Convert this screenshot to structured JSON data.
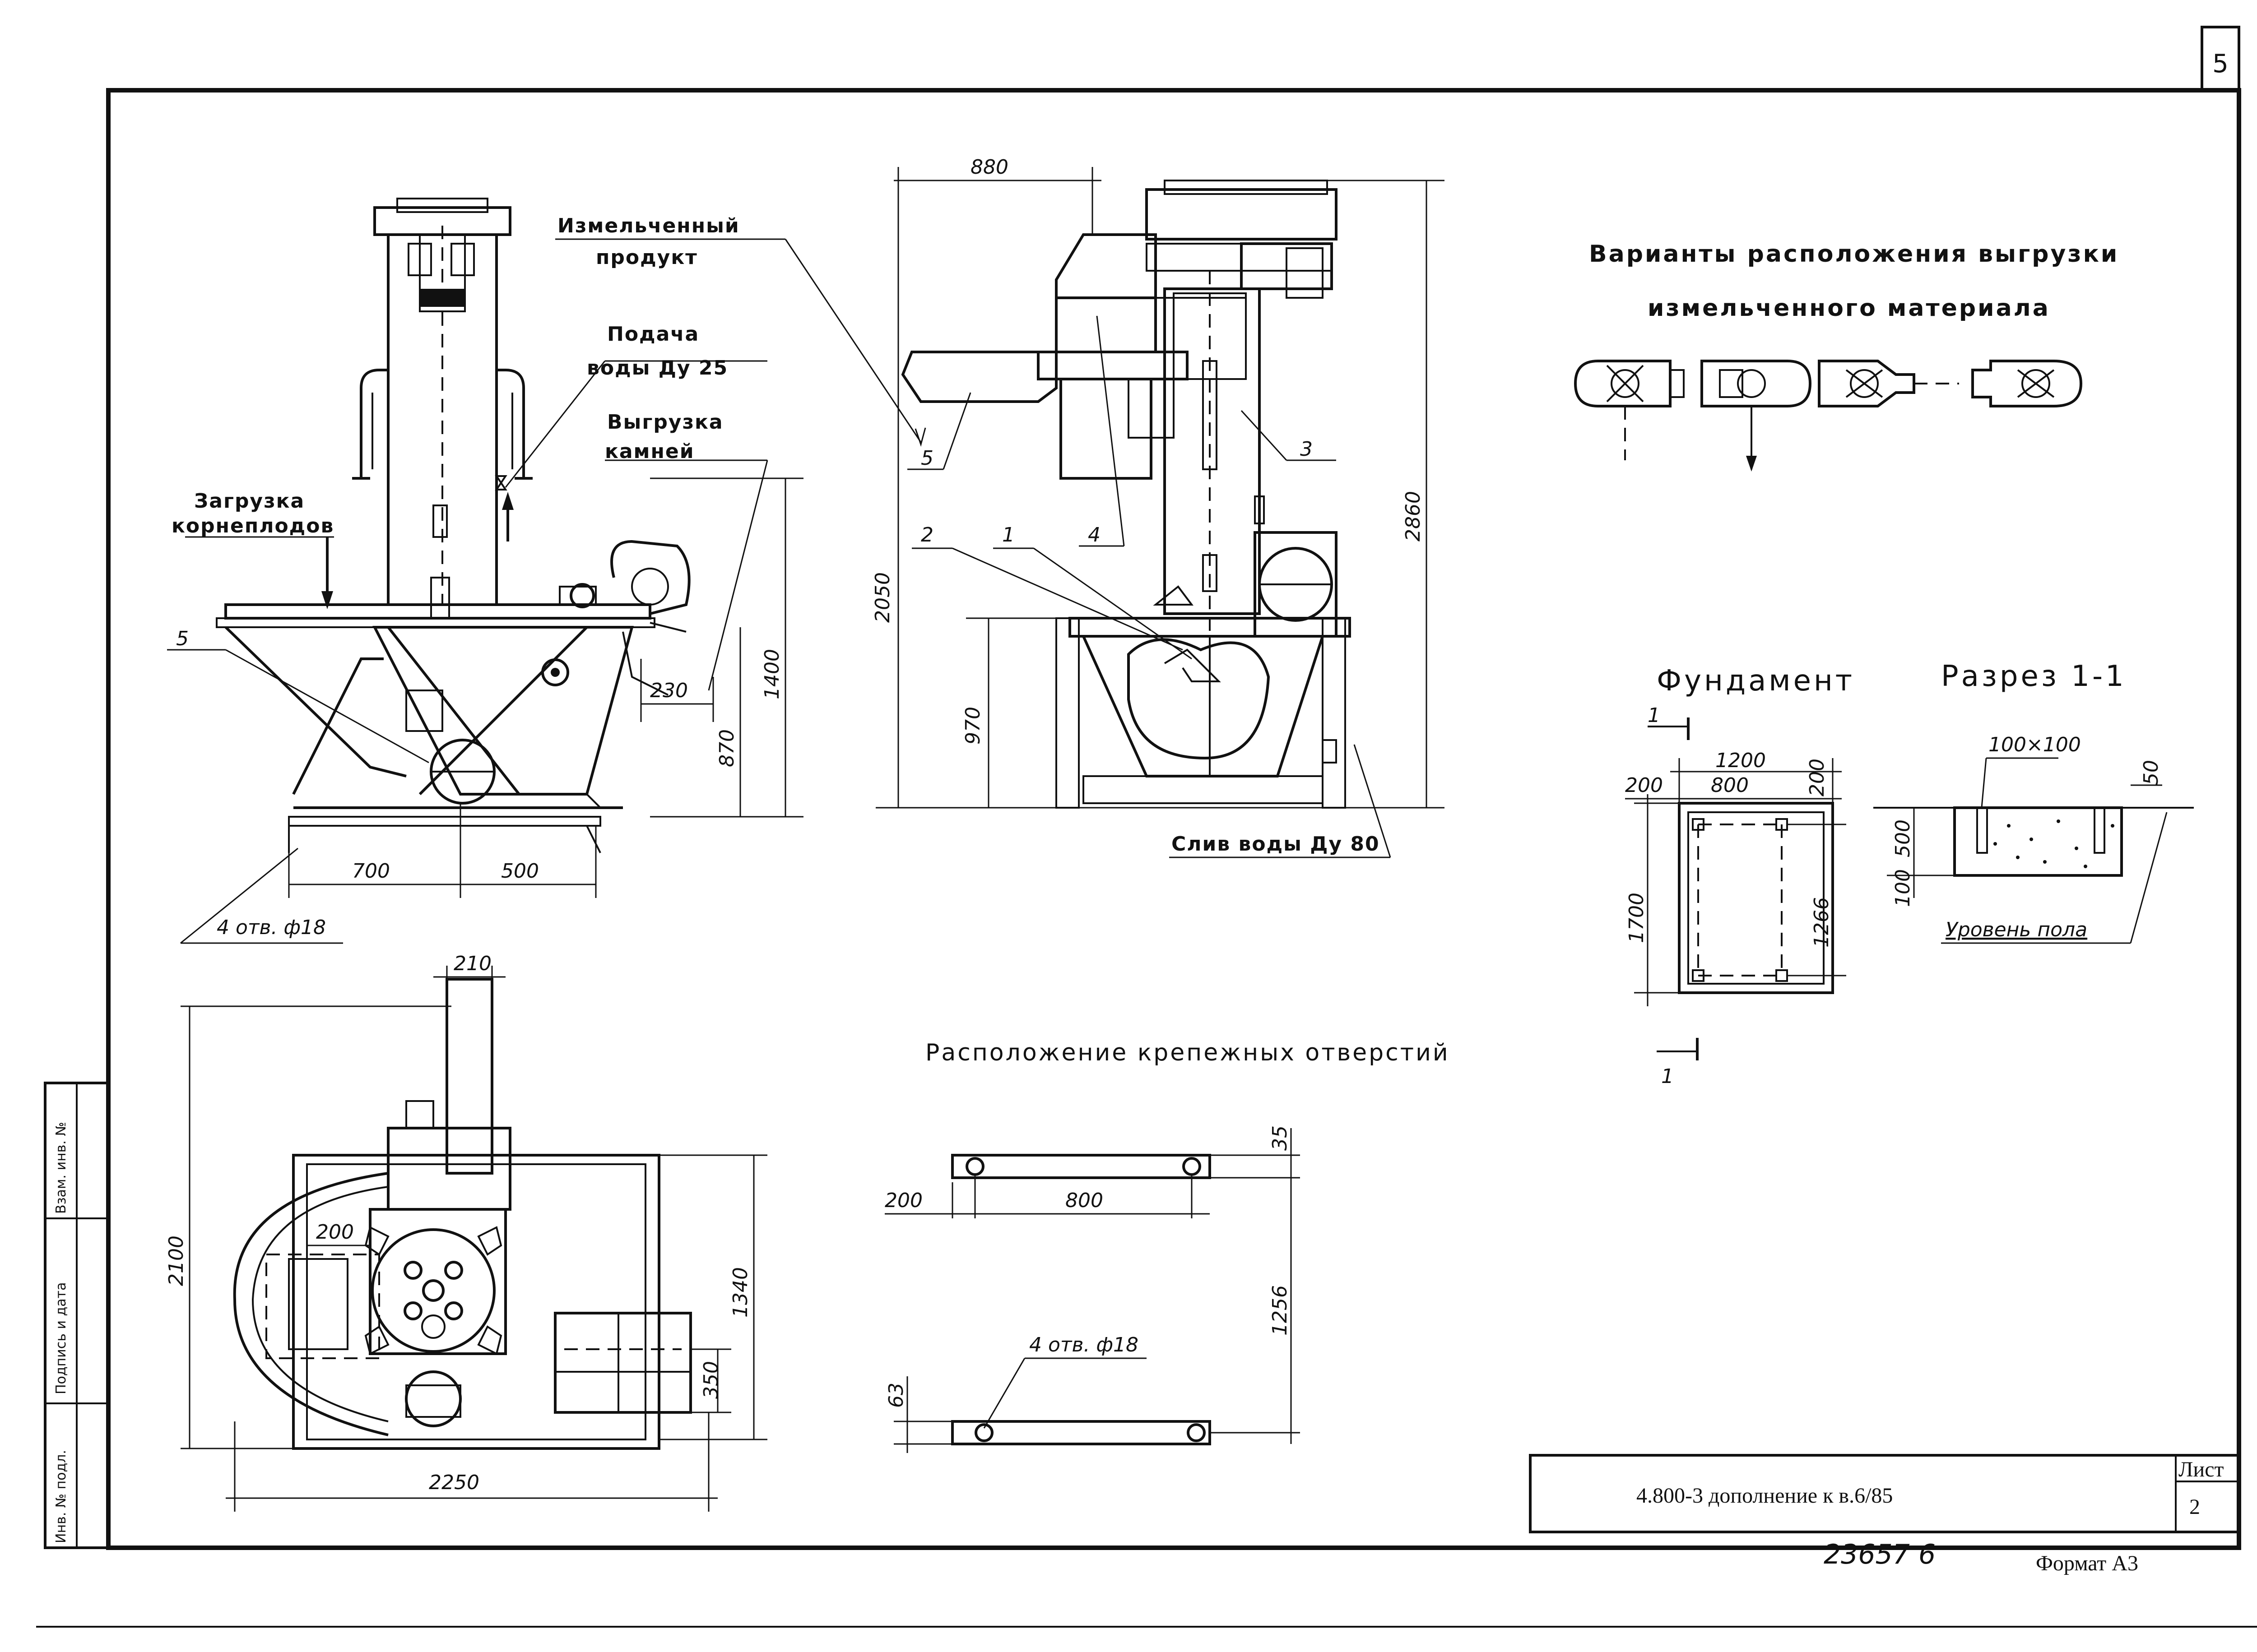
{
  "sheet": {
    "page_number": "5",
    "list_label": "Лист",
    "list_value": "2",
    "doc_code": "4.800-3  дополнение к в.6/85",
    "inventory_number": "23657  6",
    "format": "Формат А3"
  },
  "side_stamp": {
    "inv_orig": "Инв. № подл.",
    "sign_date": "Подпись и дата",
    "swap_inv": "Взам. инв. №"
  },
  "labels": {
    "crushed_product_1": "Измельченный",
    "crushed_product_2": "продукт",
    "water_feed_1": "Подача",
    "water_feed_2": "воды Ду 25",
    "stone_unload_1": "Выгрузка",
    "stone_unload_2": "камней",
    "root_load_1": "Загрузка",
    "root_load_2": "корнеплодов",
    "holes_note": "4 отв. ф18",
    "water_drain": "Слив воды Ду 80",
    "variants_title_1": "Варианты расположения выгрузки",
    "variants_title_2": "измельченного материала",
    "foundation_title": "Фундамент",
    "section_title": "Разрез 1-1",
    "floor_level": "Уровень пола",
    "mount_holes_title": "Расположение крепежных отверстий",
    "mount_holes_note": "4 отв. ф18",
    "section_mark": "1"
  },
  "callouts": {
    "c1": "1",
    "c2": "2",
    "c3": "3",
    "c4": "4",
    "c5a": "5",
    "c5b": "5"
  },
  "dimensions": {
    "side_700": "700",
    "side_500": "500",
    "side_230": "230",
    "side_1400": "1400",
    "side_870": "870",
    "front_880": "880",
    "front_2860": "2860",
    "front_2050": "2050",
    "front_970": "970",
    "plan_210": "210",
    "plan_2100": "2100",
    "plan_200": "200",
    "plan_1340": "1340",
    "plan_350": "350",
    "plan_2250": "2250",
    "fnd_1200": "1200",
    "fnd_200a": "200",
    "fnd_800": "800",
    "fnd_200b": "200",
    "fnd_1700": "1700",
    "fnd_1266": "1266",
    "sec_100x100": "100×100",
    "sec_50": "50",
    "sec_500": "500",
    "sec_100": "100",
    "holes_35": "35",
    "holes_200": "200",
    "holes_800": "800",
    "holes_1256": "1256",
    "holes_63": "63"
  }
}
